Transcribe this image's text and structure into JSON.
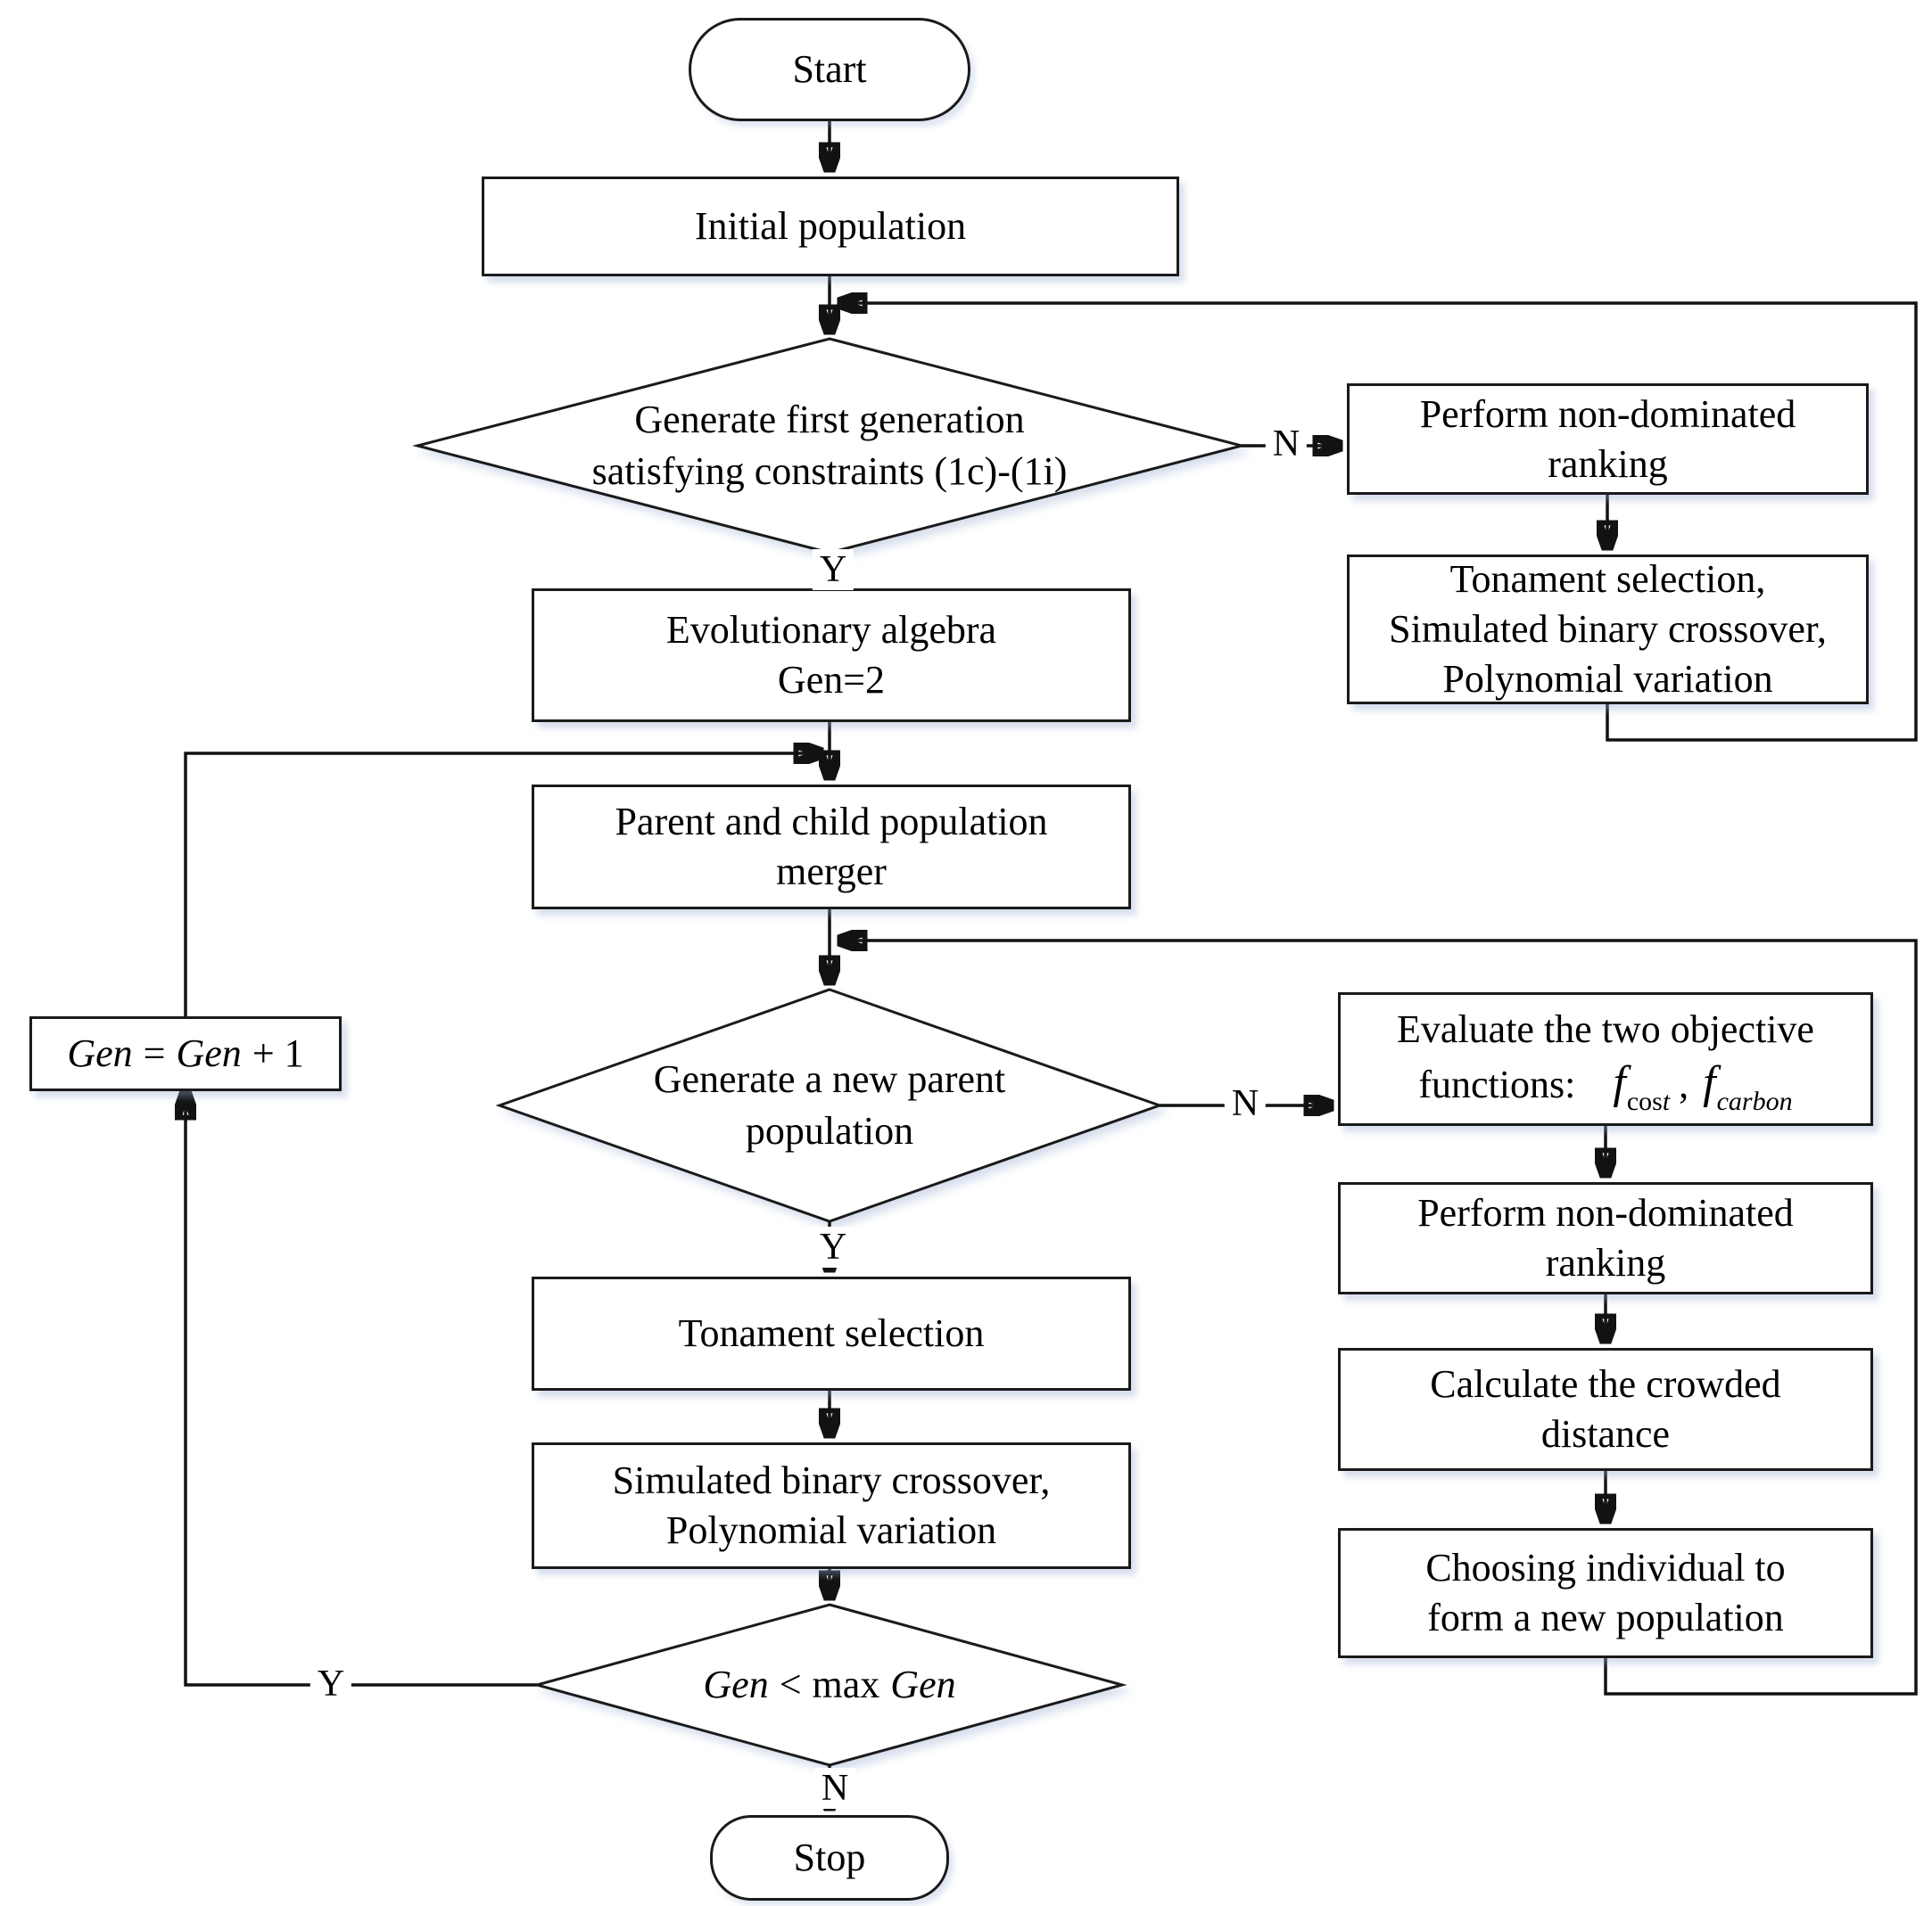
{
  "diagram_title": "Evolutionary algorithm flowchart",
  "colors": {
    "line": "#121212",
    "node_fill": "#ffffff",
    "node_border": "#1a1a1a",
    "shadow": "rgba(150,172,208,0.38)"
  },
  "nodes": {
    "start": {
      "label": "Start"
    },
    "initial_population": {
      "label": "Initial population"
    },
    "generate_first_generation": {
      "label": "Generate first generation\nsatisfying constraints (1c)-(1i)"
    },
    "perform_ranking_top": {
      "label": "Perform non-dominated\nranking"
    },
    "selection_crossover_variation": {
      "label": "Tonament selection,\nSimulated binary crossover,\nPolynomial variation"
    },
    "evolutionary_algebra": {
      "label": "Evolutionary algebra\nGen=2"
    },
    "parent_child_merger": {
      "label": "Parent and child population\nmerger"
    },
    "generate_new_parent": {
      "label": "Generate a new parent\npopulation"
    },
    "evaluate_objectives": {
      "line1": "Evaluate the two objective",
      "prefix": "functions:",
      "f": "f",
      "sub1_roman": "cos",
      "sub1_italic": "t",
      "comma": ",",
      "sub2": "carbon"
    },
    "perform_ranking_bottom": {
      "label": "Perform non-dominated\nranking"
    },
    "crowded_distance": {
      "label": "Calculate the crowded\ndistance"
    },
    "choose_individual": {
      "label": "Choosing individual to\nform a new population"
    },
    "tournament_selection": {
      "label": "Tonament selection"
    },
    "crossover_variation": {
      "label": "Simulated binary crossover,\nPolynomial variation"
    },
    "gen_increment": {
      "gen1": "Gen",
      "eq": "=",
      "gen2": "Gen",
      "plus": "+ 1"
    },
    "gen_max_check": {
      "gen1": "Gen",
      "lt": "<",
      "max": "max",
      "gen2": "Gen"
    },
    "stop": {
      "label": "Stop"
    }
  },
  "edge_labels": {
    "y_first_generation": "Y",
    "n_first_generation": "N",
    "y_new_parent": "Y",
    "n_new_parent": "N",
    "y_gen_max": "Y",
    "n_gen_max": "N"
  }
}
